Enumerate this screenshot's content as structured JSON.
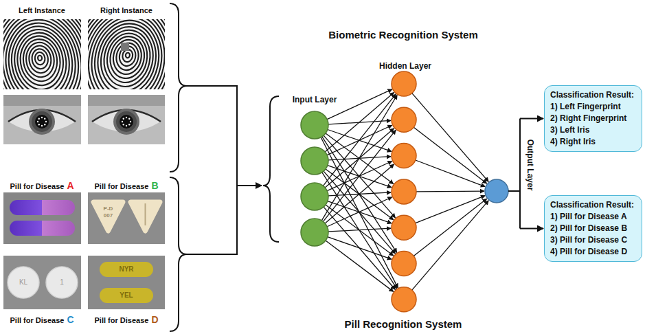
{
  "diagram": {
    "nodes": [
      {
        "text": [
          "Classification Result:",
          "1) Left Fingerprint",
          "2) Right Fingerprint",
          "3) Left Iris",
          "4) Right Iris"
        ]
      },
      {
        "text": [
          "Classification Result:",
          "1) Pill for Disease A",
          "2) Pill for Disease B",
          "3) Pill for Disease C",
          "4) Pill for Disease D"
        ]
      }
    ],
    "labels": [
      "Left Instance",
      "Right Instance",
      "Pill for Disease",
      "A",
      "Pill for Disease",
      "B",
      "P-D",
      "007",
      "KL",
      "1",
      "NYR",
      "YEL",
      "Pill for Disease",
      "C",
      "Pill for Disease",
      "D",
      "Biometric Recognition System",
      "Hidden Layer",
      "Input Layer",
      "Output Layer",
      "Pill Recognition System"
    ]
  }
}
